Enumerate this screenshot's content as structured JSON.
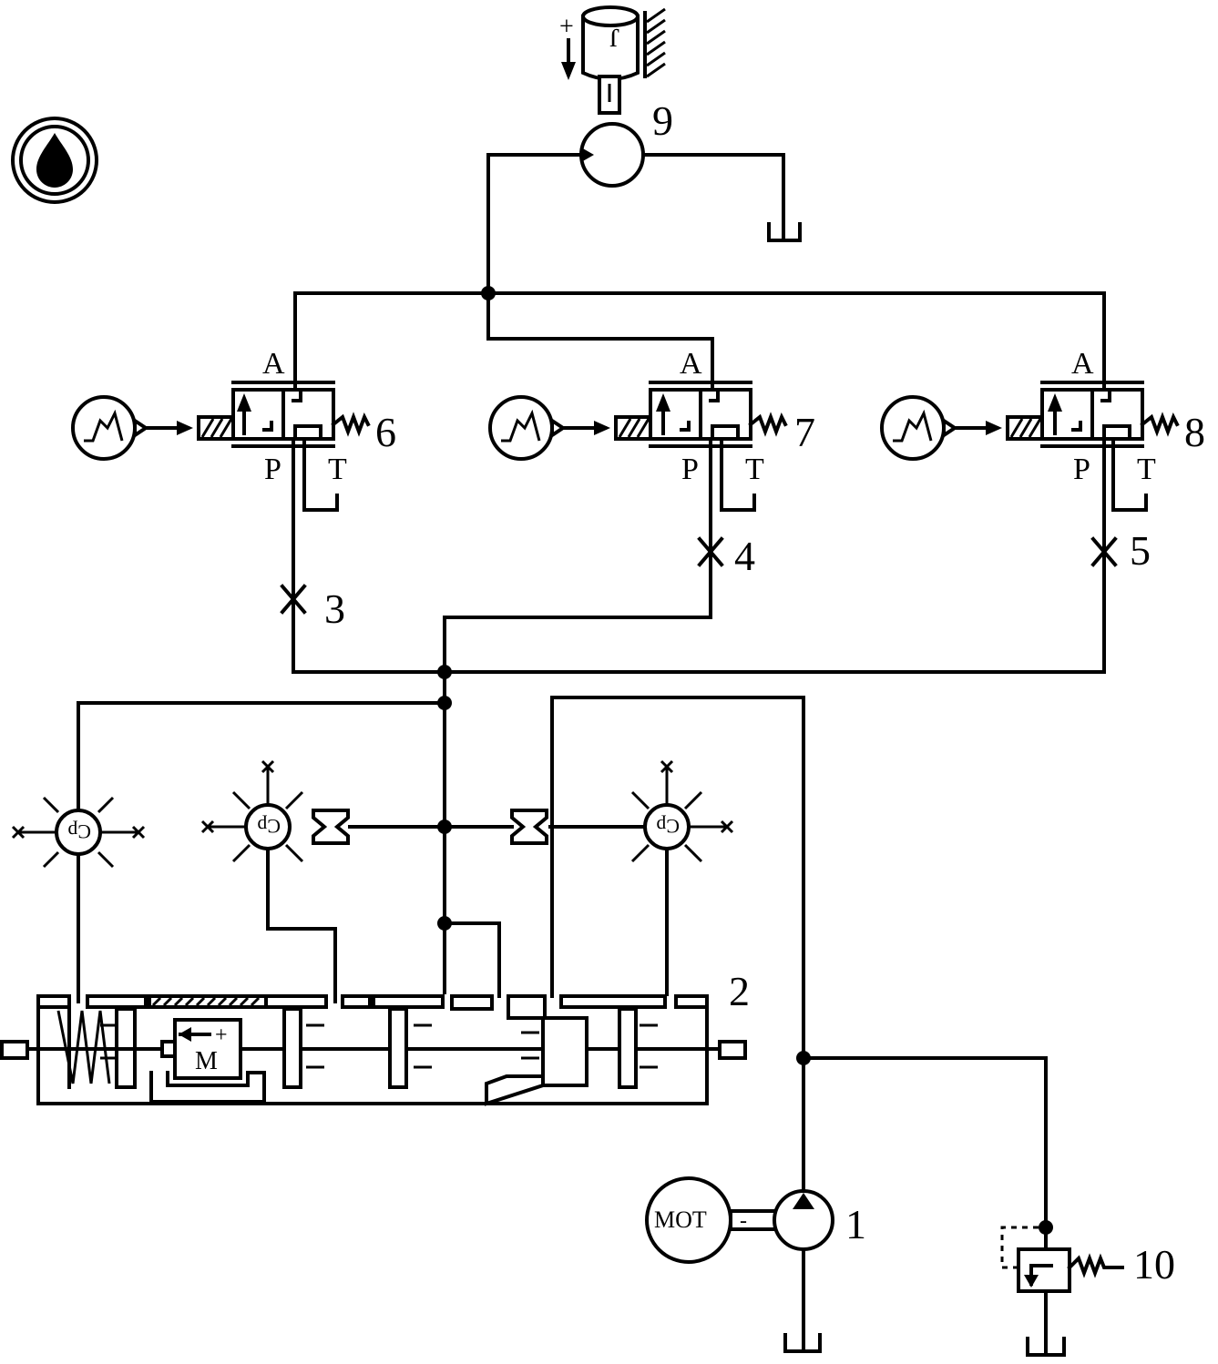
{
  "diagram": {
    "labels": {
      "pump": "1",
      "servo_valve": "2",
      "throttle_left": "3",
      "throttle_mid": "4",
      "throttle_right": "5",
      "valve_left": "6",
      "valve_mid": "7",
      "valve_right": "8",
      "actuator": "9",
      "relief_valve": "10"
    },
    "ports": {
      "a": "A",
      "p": "P",
      "t": "T"
    },
    "motor_text": "MOT",
    "torque_motor_text": "M",
    "actuator_text": "J",
    "sensor_text": "Cp",
    "plus_sign": "+",
    "minus_sign": "-",
    "icons": {
      "hydraulic": "oil-drop-icon",
      "signal": "signal-generator-icon",
      "tank": "tank-icon",
      "throttle": "throttle-icon"
    }
  }
}
